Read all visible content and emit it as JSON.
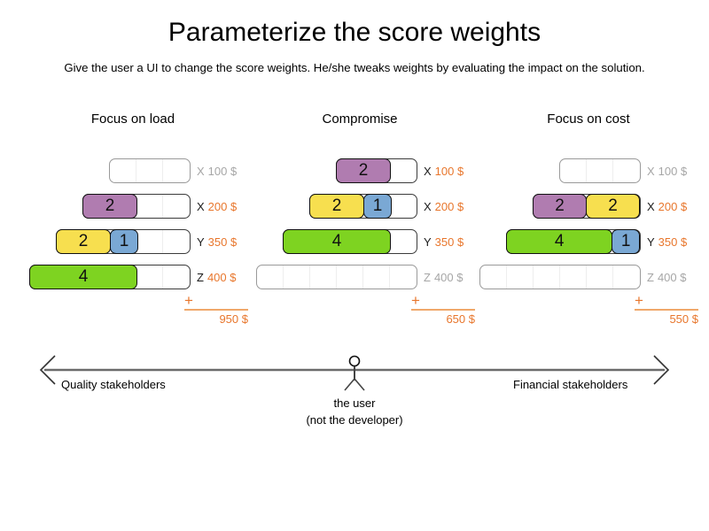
{
  "slide": {
    "title": "Parameterize the score weights",
    "subtitle": "Give the user a UI to change the score weights. He/she tweaks weights by evaluating the impact on the solution."
  },
  "colors": {
    "purple": "#b07cb0",
    "yellow": "#f7df4f",
    "blue": "#7aa8d4",
    "green": "#7ed321",
    "accent_orange": "#e8762c",
    "rule_orange": "#f0a86a",
    "inactive_gray": "#a6a6a6",
    "track_border": "#9a9a9a",
    "axis_gray": "#6b6b6b"
  },
  "columns": [
    {
      "header": "Focus on load",
      "rows": [
        {
          "key": "X",
          "amount": "100 $",
          "active": false,
          "track_units": 3,
          "segments": []
        },
        {
          "key": "X",
          "amount": "200 $",
          "active": true,
          "track_units": 4,
          "segments": [
            {
              "value": "2",
              "units": 2,
              "color": "purple"
            }
          ]
        },
        {
          "key": "Y",
          "amount": "350 $",
          "active": true,
          "track_units": 5,
          "segments": [
            {
              "value": "2",
              "units": 2,
              "color": "yellow"
            },
            {
              "value": "1",
              "units": 1,
              "color": "blue"
            }
          ]
        },
        {
          "key": "Z",
          "amount": "400 $",
          "active": true,
          "track_units": 6,
          "segments": [
            {
              "value": "4",
              "units": 4,
              "color": "green"
            }
          ]
        }
      ],
      "sum": {
        "plus": "+",
        "total": "950 $"
      }
    },
    {
      "header": "Compromise",
      "rows": [
        {
          "key": "X",
          "amount": "100 $",
          "active": true,
          "track_units": 3,
          "segments": [
            {
              "value": "2",
              "units": 2,
              "color": "purple"
            }
          ]
        },
        {
          "key": "X",
          "amount": "200 $",
          "active": true,
          "track_units": 4,
          "segments": [
            {
              "value": "2",
              "units": 2,
              "color": "yellow"
            },
            {
              "value": "1",
              "units": 1,
              "color": "blue"
            }
          ]
        },
        {
          "key": "Y",
          "amount": "350 $",
          "active": true,
          "track_units": 5,
          "segments": [
            {
              "value": "4",
              "units": 4,
              "color": "green"
            }
          ]
        },
        {
          "key": "Z",
          "amount": "400 $",
          "active": false,
          "track_units": 6,
          "segments": []
        }
      ],
      "sum": {
        "plus": "+",
        "total": "650 $"
      }
    },
    {
      "header": "Focus on cost",
      "rows": [
        {
          "key": "X",
          "amount": "100 $",
          "active": false,
          "track_units": 3,
          "segments": []
        },
        {
          "key": "X",
          "amount": "200 $",
          "active": true,
          "track_units": 4,
          "segments": [
            {
              "value": "2",
              "units": 2,
              "color": "purple"
            },
            {
              "value": "2",
              "units": 2,
              "color": "yellow"
            }
          ]
        },
        {
          "key": "Y",
          "amount": "350 $",
          "active": true,
          "track_units": 5,
          "segments": [
            {
              "value": "4",
              "units": 4,
              "color": "green"
            },
            {
              "value": "1",
              "units": 1,
              "color": "blue"
            }
          ]
        },
        {
          "key": "Z",
          "amount": "400 $",
          "active": false,
          "track_units": 6,
          "segments": []
        }
      ],
      "sum": {
        "plus": "+",
        "total": "550 $"
      }
    }
  ],
  "axis": {
    "left_label": "Quality stakeholders",
    "right_label": "Financial stakeholders",
    "user_caption_line1": "the user",
    "user_caption_line2": "(not the developer)"
  }
}
